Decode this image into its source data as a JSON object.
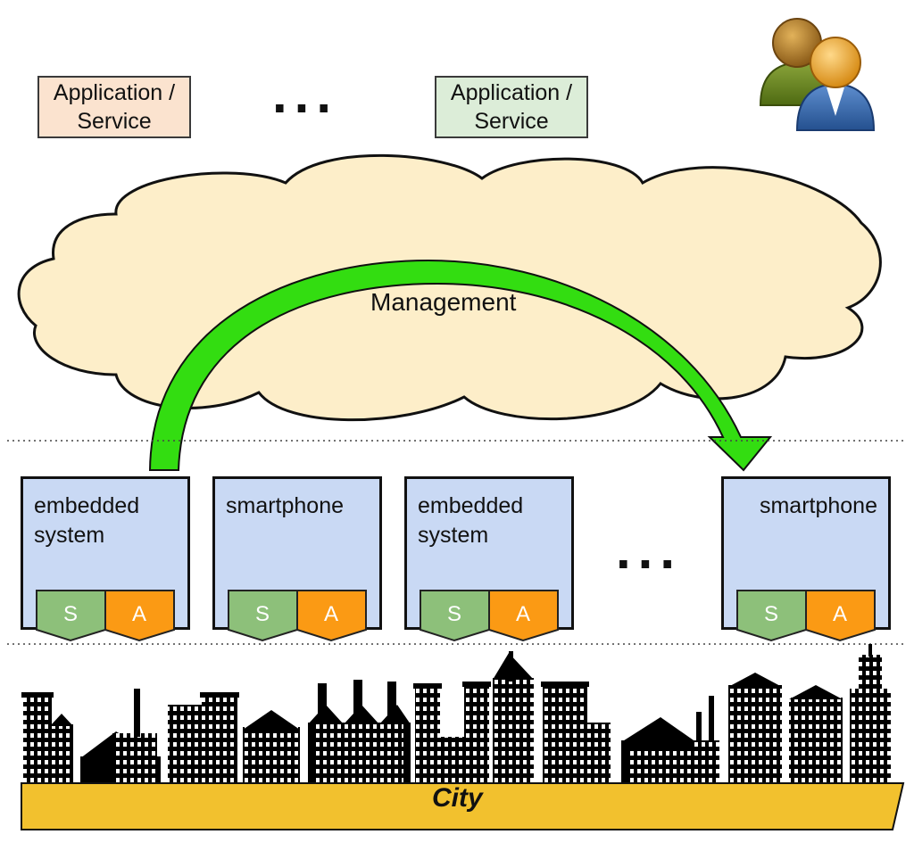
{
  "apps": [
    {
      "line1": "Application /",
      "line2": "Service",
      "color": "#fbe3cf"
    },
    {
      "line1": "Application /",
      "line2": "Service",
      "color": "#dcedd8"
    }
  ],
  "ellipsis_top": "...",
  "ellipsis_devices": "...",
  "cloud": {
    "label": "Management",
    "fill": "#fdeec9"
  },
  "devices": [
    {
      "line1": "embedded",
      "line2": "system"
    },
    {
      "line1": "smartphone",
      "line2": ""
    },
    {
      "line1": "embedded",
      "line2": "system"
    },
    {
      "line1": "smartphone",
      "line2": ""
    }
  ],
  "sensor_label": "S",
  "actuator_label": "A",
  "city_label": "City",
  "colors": {
    "device_fill": "#c9d9f4",
    "sensor": "#8dc07a",
    "actuator": "#fb9a14",
    "arrow": "#33dd11",
    "ground": "#f2c12e",
    "buildings": "#000000"
  },
  "icons": [
    "users-icon",
    "green-arrow-icon",
    "city-skyline-icon"
  ]
}
